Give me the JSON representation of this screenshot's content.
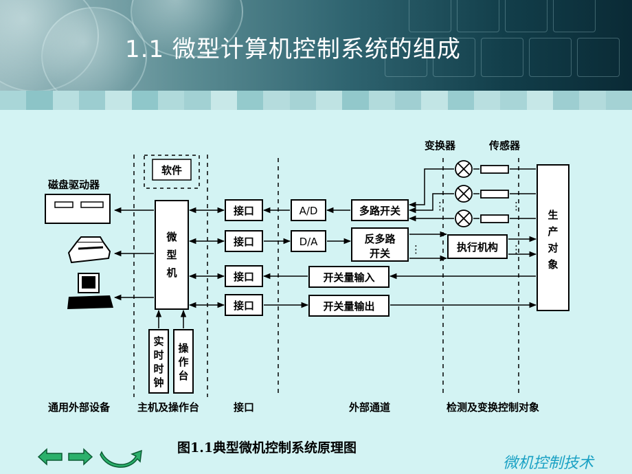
{
  "slide": {
    "title": "1.1 微型计算机控制系统的组成",
    "caption": "图1.1典型微机控制系统原理图",
    "course_name": "微机控制技术"
  },
  "diagram": {
    "labels": {
      "disk_drive": "磁盘驱动器",
      "software": "软件",
      "microcomputer": [
        "微",
        "型",
        "机"
      ],
      "rtc": [
        "实",
        "时",
        "时",
        "钟"
      ],
      "console": [
        "操",
        "作",
        "台"
      ],
      "interface": "接口",
      "ad": "A/D",
      "da": "D/A",
      "mux": "多路开关",
      "demux": [
        "反多路",
        "开关"
      ],
      "switch_in": "开关量输入",
      "switch_out": "开关量输出",
      "converter": "变换器",
      "sensor": "传感器",
      "actuator": "执行机构",
      "process": [
        "生",
        "产",
        "对",
        "象"
      ]
    },
    "sections": [
      "通用外部设备",
      "主机及操作台",
      "接口",
      "外部通道",
      "检测及变换控制对象"
    ]
  },
  "nav": {
    "prev_icon": "left-arrow-icon",
    "next_icon": "right-arrow-icon",
    "return_icon": "return-arrow-icon"
  }
}
